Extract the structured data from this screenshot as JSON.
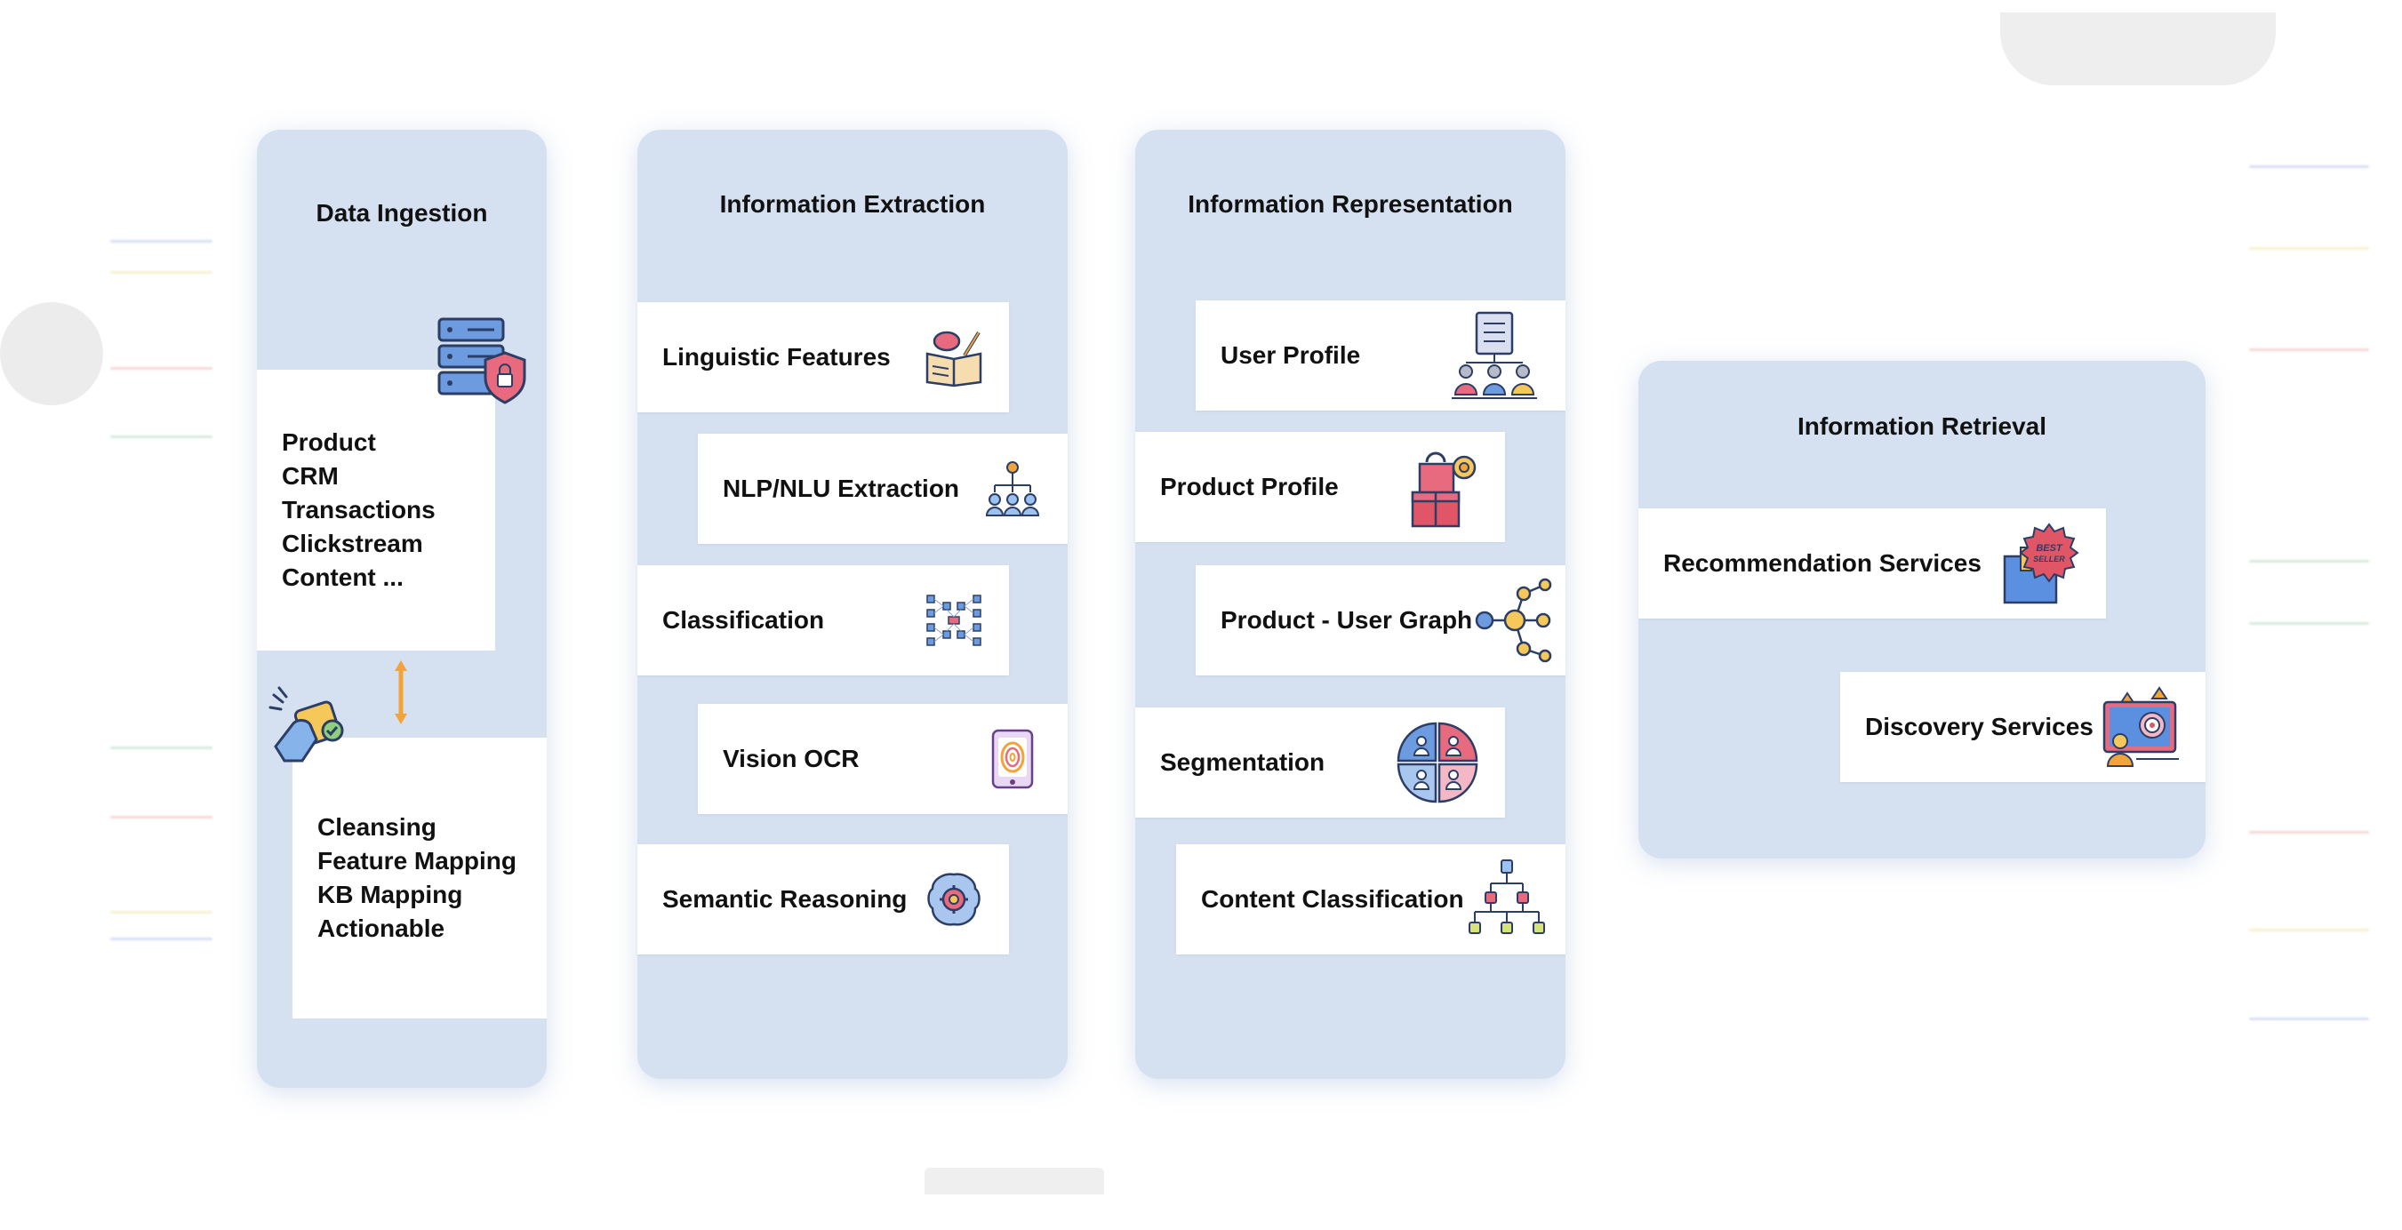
{
  "columns": {
    "ingestion": {
      "title": "Data Ingestion",
      "sources": [
        "Product",
        "CRM",
        "Transactions",
        "Clickstream",
        "Content ..."
      ],
      "steps": [
        "Cleansing",
        "Feature Mapping",
        "KB Mapping",
        "Actionable"
      ]
    },
    "extraction": {
      "title": "Information Extraction",
      "items": [
        {
          "label": "Linguistic Features",
          "icon": "book-brain-icon"
        },
        {
          "label": "NLP/NLU Extraction",
          "icon": "team-hierarchy-icon"
        },
        {
          "label": "Classification",
          "icon": "network-grid-icon"
        },
        {
          "label": "Vision OCR",
          "icon": "fingerprint-phone-icon"
        },
        {
          "label": "Semantic Reasoning",
          "icon": "brain-gear-icon"
        }
      ]
    },
    "representation": {
      "title": "Information Representation",
      "items": [
        {
          "label": "User Profile",
          "icon": "user-document-icon"
        },
        {
          "label": "Product Profile",
          "icon": "gift-bag-icon"
        },
        {
          "label": "Product - User Graph",
          "icon": "node-graph-icon"
        },
        {
          "label": "Segmentation",
          "icon": "segment-pie-icon"
        },
        {
          "label": "Content Classification",
          "icon": "tree-hierarchy-icon"
        }
      ]
    },
    "retrieval": {
      "title": "Information Retrieval",
      "items": [
        {
          "label": "Recommendation Services",
          "icon": "best-seller-badge-icon"
        },
        {
          "label": "Discovery Services",
          "icon": "target-monitor-icon"
        }
      ]
    }
  },
  "colors": {
    "panel": "#d5e1f0",
    "card": "#ffffff",
    "arrow": "#f2a33a"
  }
}
